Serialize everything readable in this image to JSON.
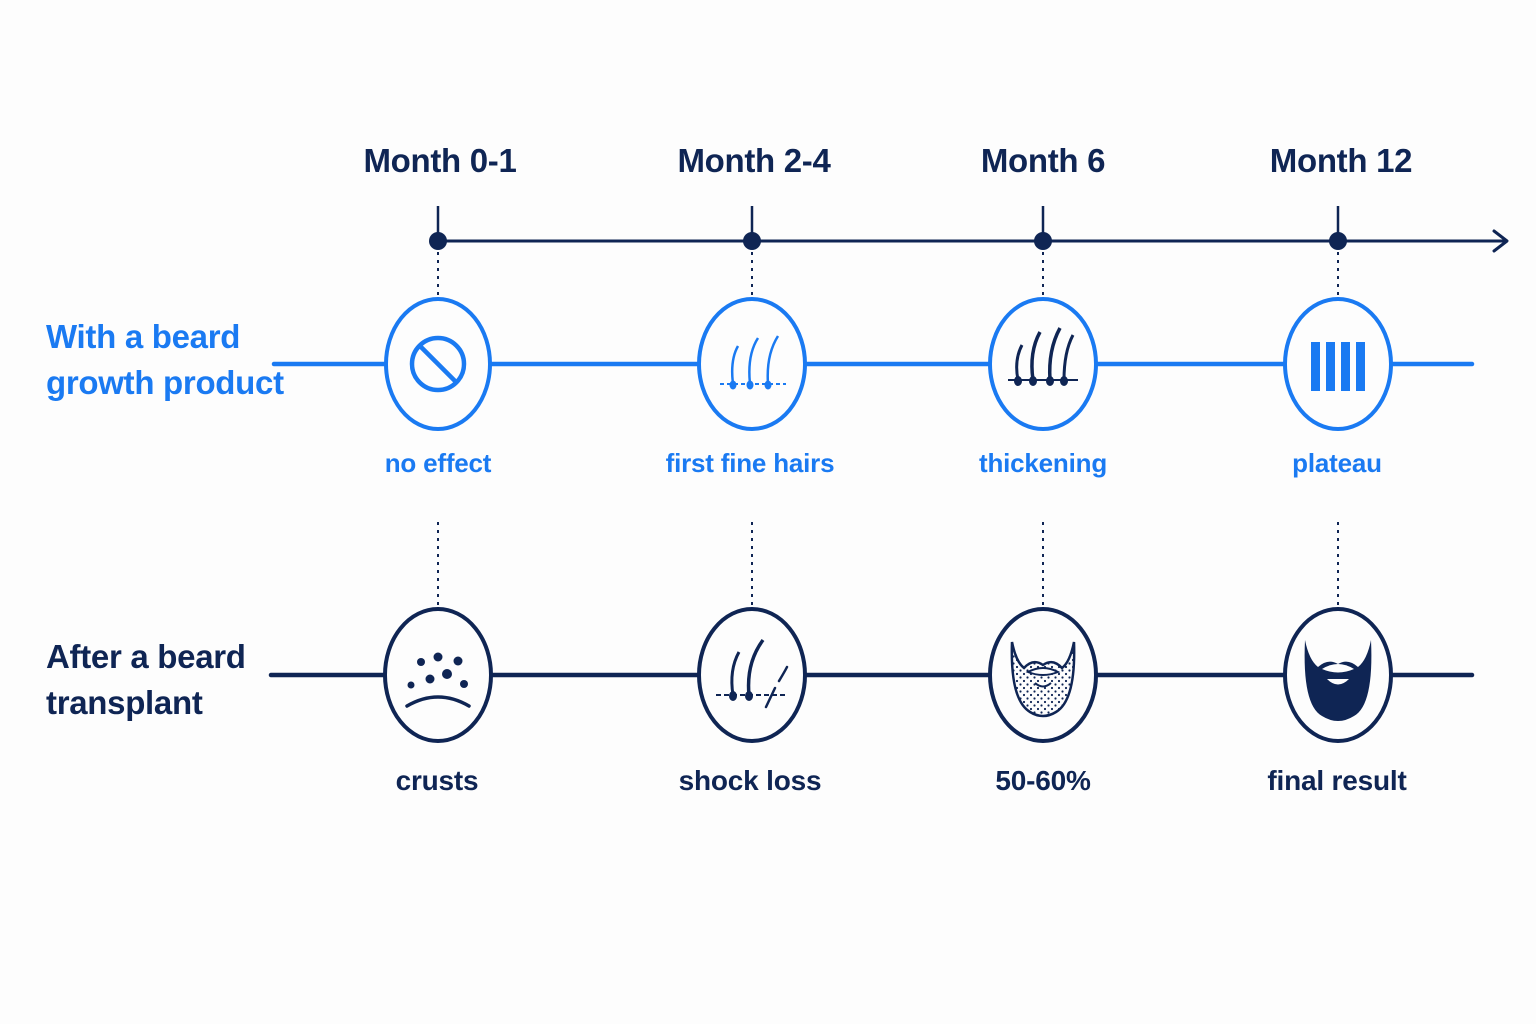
{
  "colors": {
    "product": "#1a7af2",
    "transplant": "#0f2554",
    "background": "#fdfdfd"
  },
  "timeline": {
    "months": [
      "Month 0-1",
      "Month 2-4",
      "Month 6",
      "Month 12"
    ]
  },
  "rows": {
    "product": {
      "label": "With a beard\ngrowth product",
      "stages": [
        {
          "label": "no effect",
          "icon": "no-effect-icon"
        },
        {
          "label": "first fine hairs",
          "icon": "fine-hairs-icon"
        },
        {
          "label": "thickening",
          "icon": "thickening-hairs-icon"
        },
        {
          "label": "plateau",
          "icon": "plateau-bars-icon"
        }
      ]
    },
    "transplant": {
      "label": "After a beard\ntransplant",
      "stages": [
        {
          "label": "crusts",
          "icon": "crusts-icon"
        },
        {
          "label": "shock loss",
          "icon": "shock-loss-icon"
        },
        {
          "label": "50-60%",
          "icon": "partial-beard-icon"
        },
        {
          "label": "final result",
          "icon": "full-beard-icon"
        }
      ]
    }
  }
}
